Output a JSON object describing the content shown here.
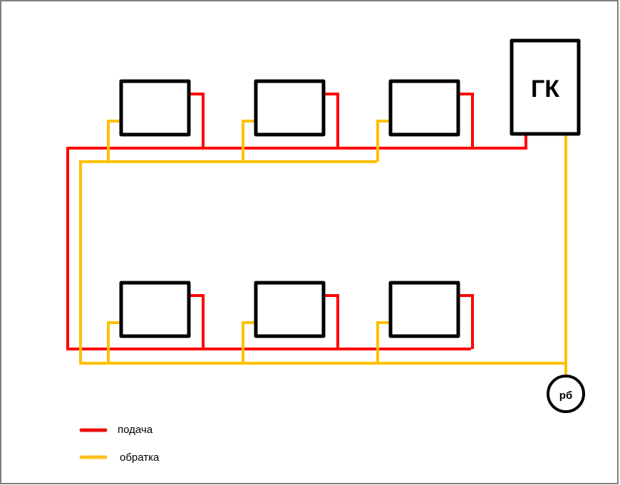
{
  "colors": {
    "supply": "#ff0000",
    "return": "#ffc000",
    "outline": "#000000",
    "frame": "#808080"
  },
  "boiler": {
    "label": "ГК"
  },
  "expansion_tank": {
    "label": "рб"
  },
  "radiators": {
    "top_row_count": 3,
    "bottom_row_count": 3
  },
  "legend": {
    "supply_label": "подача",
    "return_label": "обратка"
  }
}
